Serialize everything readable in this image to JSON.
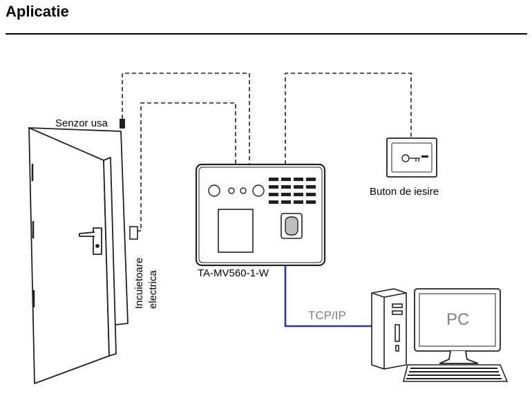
{
  "title": "Aplicatie",
  "labels": {
    "door_sensor": "Senzor usa",
    "electric_lock_line1": "Incuietoare",
    "electric_lock_line2": "electrica",
    "device_model": "TA-MV560-1-W",
    "exit_button": "Buton de iesire",
    "network": "TCP/IP",
    "pc": "PC"
  },
  "colors": {
    "line": "#231f20",
    "network_cable": "#2b3990",
    "network_text": "#808080"
  },
  "icons": [
    "door-icon",
    "terminal-device-icon",
    "exit-button-icon",
    "key-icon",
    "pc-tower-icon",
    "monitor-icon",
    "keyboard-icon"
  ]
}
